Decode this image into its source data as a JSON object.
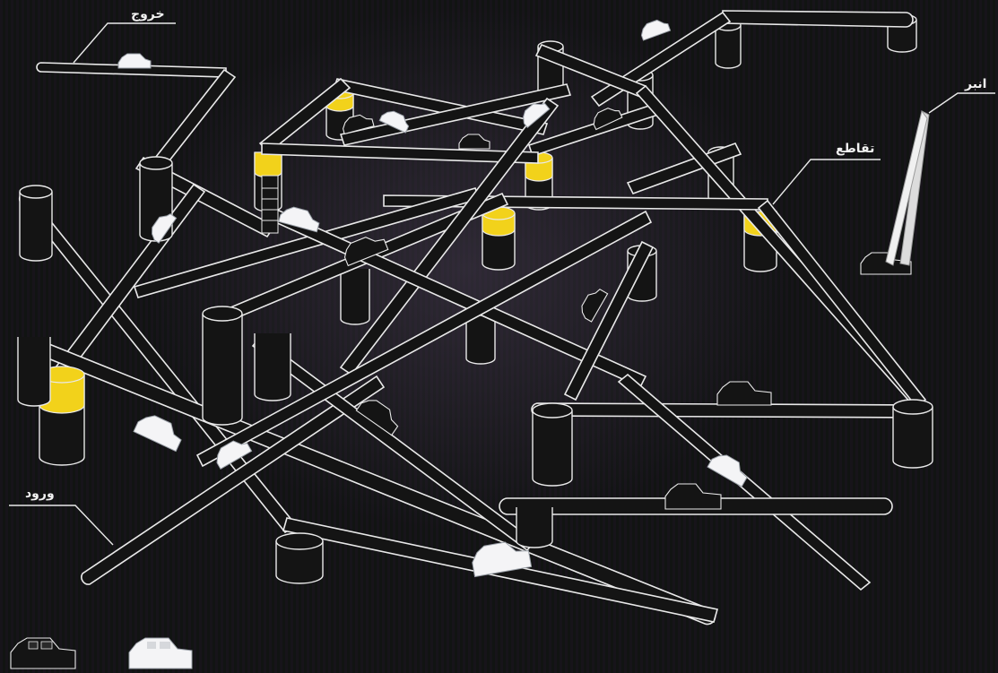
{
  "labels": {
    "exit": "خروج",
    "entry": "ورود",
    "intersection": "تقاطع",
    "tongs": "انبر"
  },
  "colors": {
    "background": "#0c0c0d",
    "line": "#e9e9e9",
    "highlight": "#f2d21b",
    "car_light": "#f4f4f6",
    "car_dark": "#141414"
  },
  "legend": {
    "items": [
      "car-dark-icon",
      "car-light-icon"
    ]
  }
}
